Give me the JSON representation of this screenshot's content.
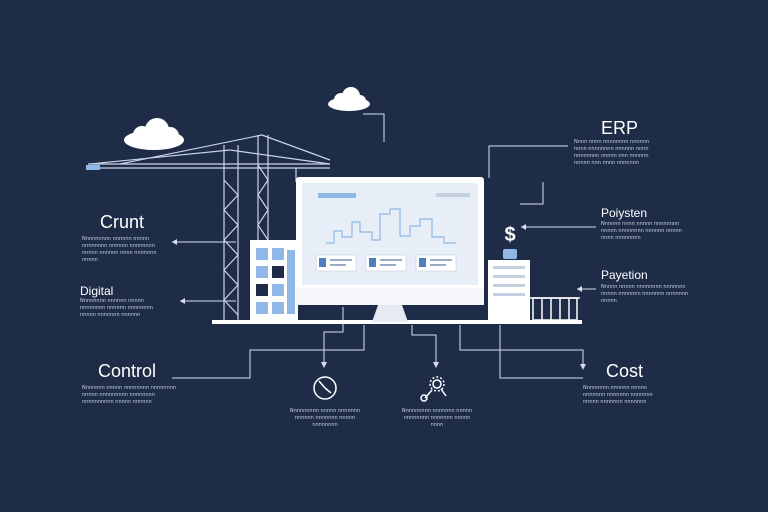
{
  "colors": {
    "background": "#1e2c48",
    "line": "#d7dfec",
    "accent_blue": "#8fb8e6",
    "white": "#ffffff"
  },
  "icons": [
    "cloud-icon",
    "crane-icon",
    "building-icon",
    "monitor-icon",
    "dollar-icon",
    "server-icon",
    "basket-icon",
    "clock-icon",
    "wrench-icon"
  ],
  "labels": {
    "erp": {
      "title": "ERP",
      "text": "Nnnn nnnn nnnnnnnn nnnnnn nnnn nnnnnnnn nnnnnn nnnn nnnnnnnn nnnnn nnn nnnnnn nnnnn nnn nnnn nnnnnnn"
    },
    "crunt": {
      "title": "Crunt",
      "text": "Nnnnnnnnn nnnnnn nnnnn nnnnnnnn nnnnnn nnnnnnnn nnnnn nnnnnn nnnn nnnnnnn nnnnn"
    },
    "digital": {
      "title": "Digital",
      "text": "Nnnnnnnn nnnnnn nnnnn nnnnnnnn nnnnnn nnnnnnnn nnnnn nnnnnnn nnnnnn"
    },
    "poiysten": {
      "title": "Poiysten",
      "text": "Nnnnnn nnnn nnnnn nnnnnnnn nnnnn nnnnnnnn nnnnnn nnnnn nnnn nnnnnnnn"
    },
    "payetion": {
      "title": "Payetion",
      "text": "Nnnnn nnnnn nnnnnnnn nnnnnnn nnnnn nnnnnnn nnnnnnn nnnnnnn nnnnn"
    },
    "control": {
      "title": "Control",
      "text": "Nnnnnnn nnnnn nnnnnnnn nnnnnnnn nnnnn nnnnnnnnn nnnnnnnn nnnnnnnnnn nnnnn nnnnnn"
    },
    "cost": {
      "title": "Cost",
      "text": "Nnnnnnnn nnnnnn nnnnn nnnnnnn nnnnnnn nnnnnnn nnnnn nnnnnnn nnnnnnn"
    },
    "clock_caption": {
      "text": "Nnnnnnnnn nnnnn nnnnnnn nnnnnn nnnnnnn nnnnn nnnnnnnn"
    },
    "wrench_caption": {
      "text": "Nnnnnnnnn nnnnnnn nnnnn nnnnnnnn nnnnnnn nnnnn nnnn"
    }
  }
}
